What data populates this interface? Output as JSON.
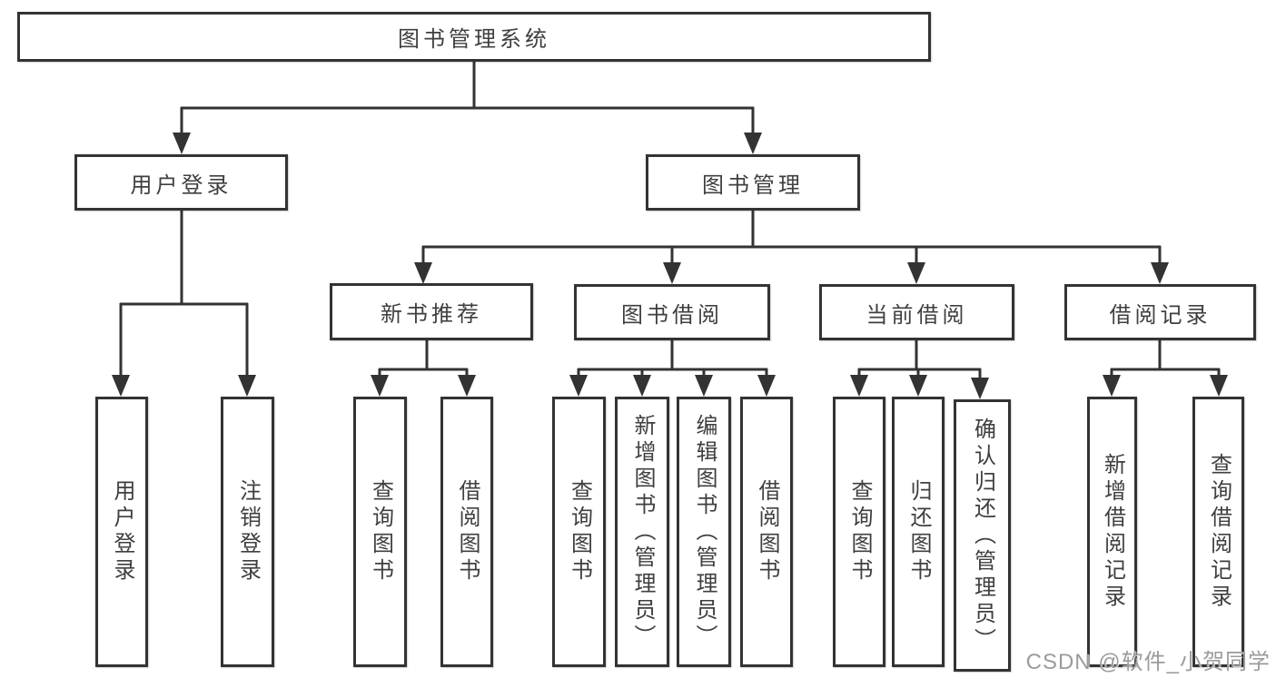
{
  "diagram": {
    "root": {
      "label": "图书管理系统"
    },
    "level2": [
      {
        "label": "用户登录"
      },
      {
        "label": "图书管理"
      }
    ],
    "level3": [
      {
        "label": "新书推荐"
      },
      {
        "label": "图书借阅"
      },
      {
        "label": "当前借阅"
      },
      {
        "label": "借阅记录"
      }
    ],
    "leaves": {
      "user": [
        "用户登录",
        "注销登录"
      ],
      "newbook": [
        "查询图书",
        "借阅图书"
      ],
      "borrow": [
        "查询图书",
        "新增图书（管理员）",
        "编辑图书（管理员）",
        "借阅图书"
      ],
      "current": [
        "查询图书",
        "归还图书",
        "确认归还（管理员）"
      ],
      "record": [
        "新增借阅记录",
        "查询借阅记录"
      ]
    }
  },
  "watermark": {
    "text": "CSDN @软件_小贺同学",
    "color": "#9b9b9b"
  },
  "colors": {
    "line": "#333333",
    "border": "#333333",
    "text": "#3f3f3f",
    "background": "#ffffff"
  }
}
